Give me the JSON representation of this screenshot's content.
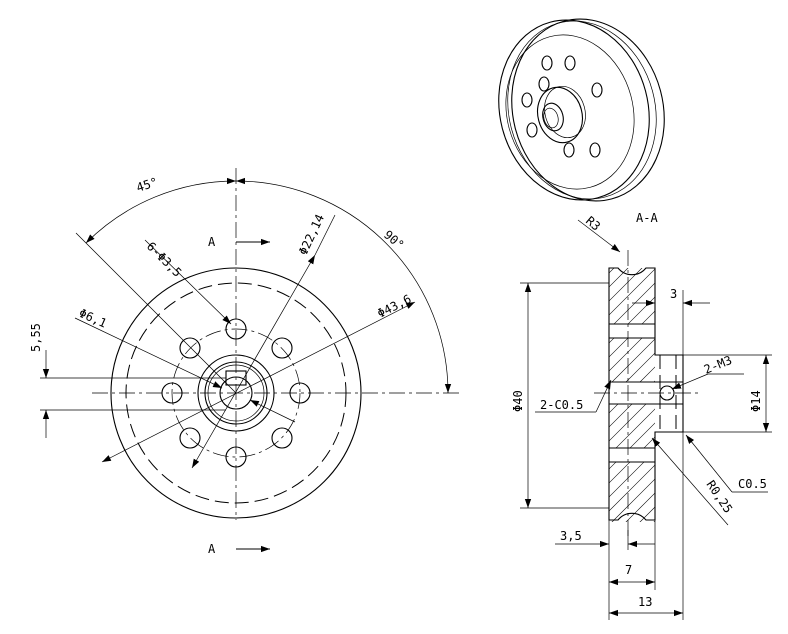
{
  "front_view": {
    "section_marker": "A",
    "angle_45": "45°",
    "angle_90": "90°",
    "holes": "6-Φ3,5",
    "bolt_circle": "Φ22,14",
    "outer_diameter": "Φ43,6",
    "bore_diameter": "Φ6,1",
    "flat_offset": "5,55"
  },
  "section_view": {
    "title": "A-A",
    "groove_radius": "R3",
    "overall_diameter": "Φ40",
    "hub_diameter": "Φ14",
    "hub_offset": "3",
    "set_screw": "2-M3",
    "bore_chamfer": "2-C0.5",
    "edge_chamfer": "C0.5",
    "fillet": "R0,25",
    "groove_offset": "3,5",
    "rim_width": "7",
    "total_width": "13"
  }
}
